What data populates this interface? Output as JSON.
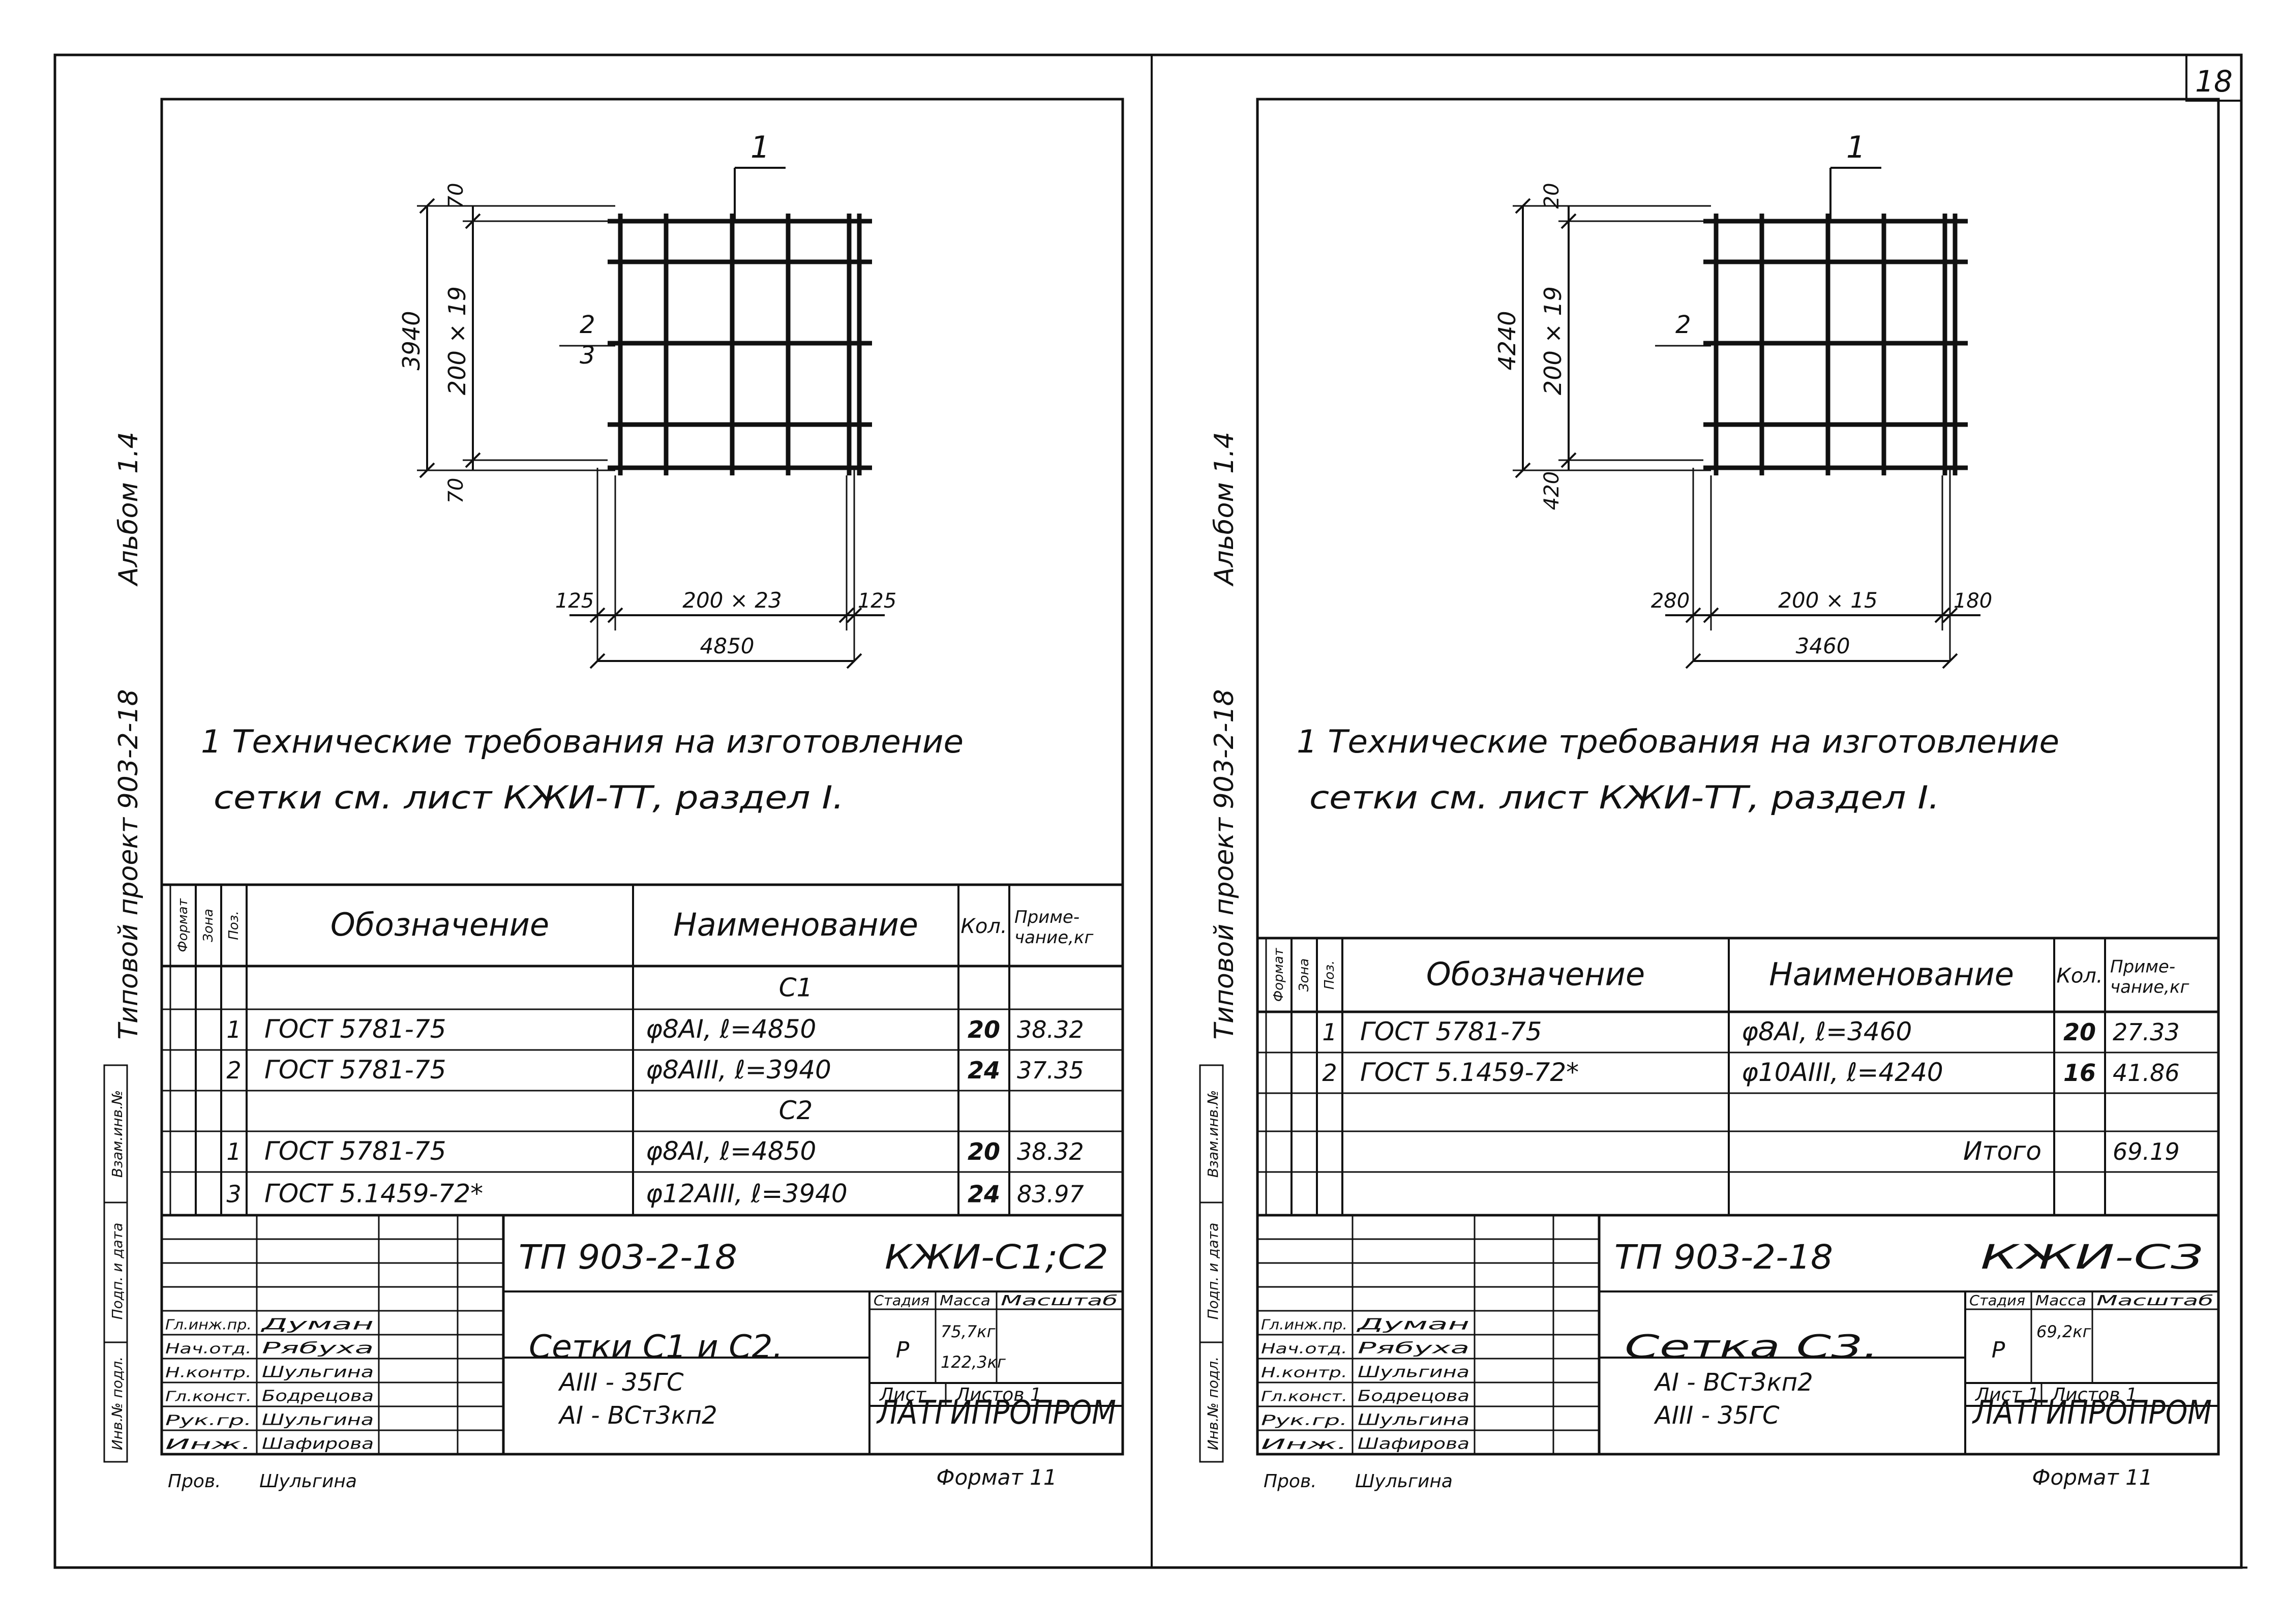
{
  "page_number": "18",
  "sheets": [
    {
      "side_album": "Альбом 1.4",
      "side_project": "Типовой проект 903-2-18",
      "stamp_left": [
        "Инв.№ подл.",
        "Подп. и дата",
        "Взам.инв.№"
      ],
      "drawing": {
        "callout": "1",
        "label_top": "70",
        "label_bottom": "70",
        "label_vert_total": "3940",
        "label_vert_inner": "200 × 19",
        "label_side_pos": "2",
        "label_side_pos2": "3",
        "label_left": "125",
        "label_right": "125",
        "label_horiz_inner": "200 × 23",
        "label_horiz_total": "4850"
      },
      "note_line1": "1 Технические требования на изготовление",
      "note_line2": "сетки см. лист КЖИ-ТТ, раздел I.",
      "table": {
        "headers": {
          "format": "Формат",
          "zone": "Зона",
          "pos": "Поз.",
          "designation": "Обозначение",
          "name": "Наименование",
          "qty": "Кол.",
          "note": "Приме-\nчание,кг"
        },
        "rows": [
          {
            "pos": "",
            "designation": "",
            "name": "С1",
            "qty": "",
            "note": "",
            "heading": true
          },
          {
            "pos": "1",
            "designation": "ГОСТ 5781-75",
            "name": "φ8АI, ℓ=4850",
            "qty": "20",
            "note": "38.32"
          },
          {
            "pos": "2",
            "designation": "ГОСТ 5781-75",
            "name": "φ8АIII, ℓ=3940",
            "qty": "24",
            "note": "37.35"
          },
          {
            "pos": "",
            "designation": "",
            "name": "С2",
            "qty": "",
            "note": "",
            "heading": true
          },
          {
            "pos": "1",
            "designation": "ГОСТ 5781-75",
            "name": "φ8АI, ℓ=4850",
            "qty": "20",
            "note": "38.32"
          },
          {
            "pos": "3",
            "designation": "ГОСТ 5.1459-72*",
            "name": "φ12АIII, ℓ=3940",
            "qty": "24",
            "note": "83.97"
          }
        ]
      },
      "title_block": {
        "doc_code": "ТП 903-2-18",
        "sheet_code": "КЖИ-С1;С2",
        "roles": [
          "Гл.инж.пр.",
          "Нач.отд.",
          "Н.контр.",
          "Гл.конст.",
          "Рук.гр.",
          "Инж."
        ],
        "names": [
          "Думан",
          "Рябуха",
          "Шульгина",
          "Бодрецова",
          "Шульгина",
          "Шафирова"
        ],
        "checked_role": "Пров.",
        "checked_name": "Шульгина",
        "title": "Сетки С1 и С2.",
        "materials": [
          "АIII - 35ГС",
          "АI - ВСт3кп2"
        ],
        "stage_label": "Стадия",
        "mass_label": "Масса",
        "scale_label": "Масштаб",
        "stage": "Р",
        "mass": [
          "75,7кг",
          "122,3кг"
        ],
        "sheet_label": "Лист",
        "sheets_label": "Листов 1",
        "org": "ЛАТГИПРОПРОМ",
        "format": "Формат 11"
      }
    },
    {
      "side_album": "Альбом 1.4",
      "side_project": "Типовой проект 903-2-18",
      "stamp_left": [
        "Инв.№ подл.",
        "Подп. и дата",
        "Взам.инв.№"
      ],
      "drawing": {
        "callout": "1",
        "label_top": "20",
        "label_bottom": "420",
        "label_vert_total": "4240",
        "label_vert_inner": "200 × 19",
        "label_side_pos": "2",
        "label_left": "280",
        "label_right": "180",
        "label_horiz_inner": "200 × 15",
        "label_horiz_total": "3460"
      },
      "note_line1": "1 Технические требования на изготовление",
      "note_line2": "сетки см. лист КЖИ-ТТ, раздел I.",
      "table": {
        "headers": {
          "format": "Формат",
          "zone": "Зона",
          "pos": "Поз.",
          "designation": "Обозначение",
          "name": "Наименование",
          "qty": "Кол.",
          "note": "Приме-\nчание,кг"
        },
        "rows": [
          {
            "pos": "1",
            "designation": "ГОСТ 5781-75",
            "name": "φ8АI, ℓ=3460",
            "qty": "20",
            "note": "27.33"
          },
          {
            "pos": "2",
            "designation": "ГОСТ 5.1459-72*",
            "name": "φ10АIII, ℓ=4240",
            "qty": "16",
            "note": "41.86"
          },
          {
            "pos": "",
            "designation": "",
            "name": "",
            "qty": "",
            "note": ""
          },
          {
            "pos": "",
            "designation": "",
            "name": "Итого",
            "qty": "",
            "note": "69.19"
          },
          {
            "pos": "",
            "designation": "",
            "name": "",
            "qty": "",
            "note": ""
          }
        ]
      },
      "title_block": {
        "doc_code": "ТП 903-2-18",
        "sheet_code": "КЖИ-С3",
        "roles": [
          "Гл.инж.пр.",
          "Нач.отд.",
          "Н.контр.",
          "Гл.конст.",
          "Рук.гр.",
          "Инж."
        ],
        "names": [
          "Думан",
          "Рябуха",
          "Шульгина",
          "Бодрецова",
          "Шульгина",
          "Шафирова"
        ],
        "checked_role": "Пров.",
        "checked_name": "Шульгина",
        "title": "Сетка С3.",
        "materials": [
          "АI - ВСт3кп2",
          "АIII - 35ГС"
        ],
        "stage_label": "Стадия",
        "mass_label": "Масса",
        "scale_label": "Масштаб",
        "stage": "Р",
        "mass": [
          "69,2кг"
        ],
        "sheet_label": "Лист 1",
        "sheets_label": "Листов 1",
        "org": "ЛАТГИПРОПРОМ",
        "format": "Формат 11"
      }
    }
  ]
}
